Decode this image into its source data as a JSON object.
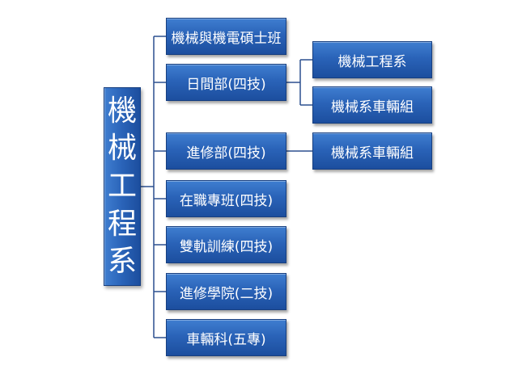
{
  "root": {
    "chars": [
      "機",
      "械",
      "工",
      "程",
      "系"
    ]
  },
  "level1": [
    {
      "label": "機械與機電碩士班"
    },
    {
      "label": "日間部(四技)",
      "children": [
        "機械工程系",
        "機械系車輛組"
      ]
    },
    {
      "label": "進修部(四技)",
      "children": [
        "機械系車輛組"
      ]
    },
    {
      "label": "在職專班(四技)"
    },
    {
      "label": "雙軌訓練(四技)"
    },
    {
      "label": "進修學院(二技)"
    },
    {
      "label": "車輛科(五專)"
    }
  ],
  "colors": {
    "box_fill": "#2a63b8",
    "box_border": "#173f80",
    "connector": "#2b4f8f"
  }
}
